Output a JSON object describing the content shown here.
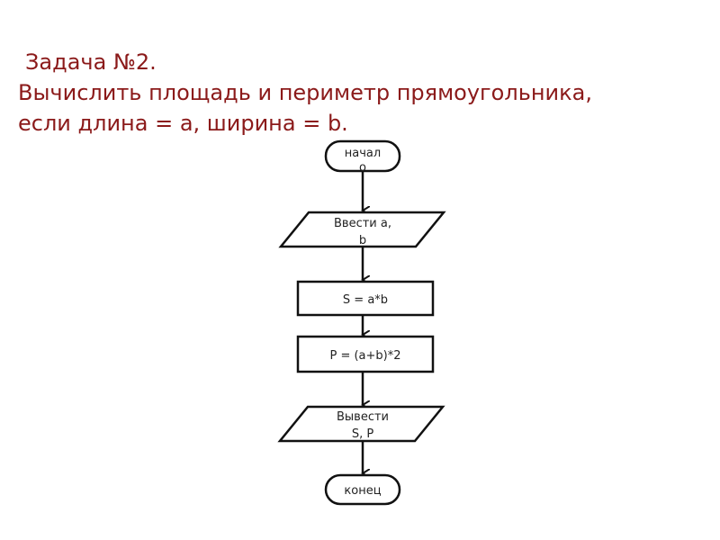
{
  "task": {
    "heading": "Задача №2.",
    "line1": "Вычислить площадь и периметр прямоугольника,",
    "line2": "если длина = a, ширина = b."
  },
  "flowchart": {
    "start": [
      "начал",
      "о"
    ],
    "input": [
      "Ввести a,",
      "b"
    ],
    "step1": "S = a*b",
    "step2": "P = (a+b)*2",
    "output": [
      "Вывести",
      "S, P"
    ],
    "end": "конец"
  },
  "colors": {
    "title": "#8b1a1a",
    "stroke": "#111111"
  }
}
